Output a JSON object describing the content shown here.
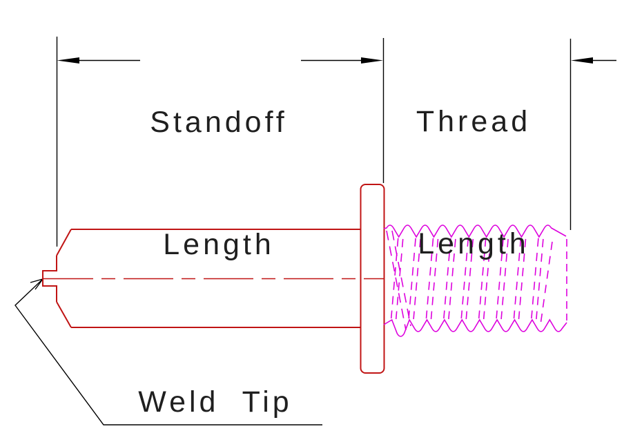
{
  "labels": {
    "standoff": {
      "line1": "Standoff",
      "line2": "Length"
    },
    "thread": {
      "line1": "Thread",
      "line2": "Length"
    },
    "weld_tip": "Weld  Tip"
  },
  "colors": {
    "background": "#ffffff",
    "stud_outline": "#c01414",
    "centerline": "#c01414",
    "threads": "#dd00dd",
    "dimensions": "#000000",
    "label_text": "#1f1f1f"
  }
}
